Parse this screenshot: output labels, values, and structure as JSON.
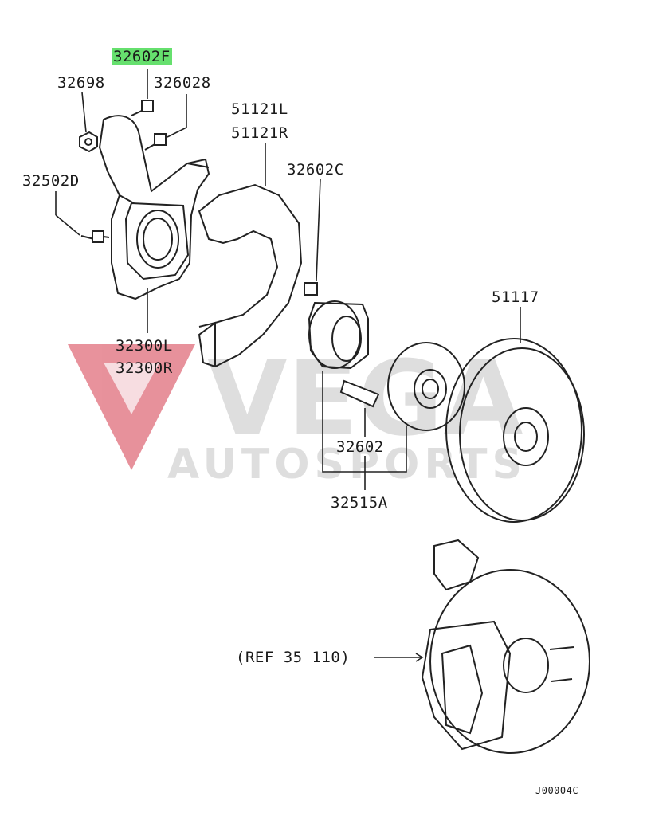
{
  "diagram": {
    "highlight_color": "#66e06e",
    "watermark": {
      "line1": "VEGA",
      "line2": "AUTOSPORTS",
      "logo_color": "#d8495a",
      "text_color": "#c9c9c9"
    },
    "labels": {
      "p_32602F": "32602F",
      "p_32698": "32698",
      "p_326028": "326028",
      "p_51121L": "51121L",
      "p_51121R": "51121R",
      "p_32602C": "32602C",
      "p_32502D": "32502D",
      "p_51117": "51117",
      "p_32300L": "32300L",
      "p_32300R": "32300R",
      "p_32602": "32602",
      "p_32515A": "32515A",
      "ref": "(REF 35 110)",
      "code": "J00004C"
    }
  }
}
